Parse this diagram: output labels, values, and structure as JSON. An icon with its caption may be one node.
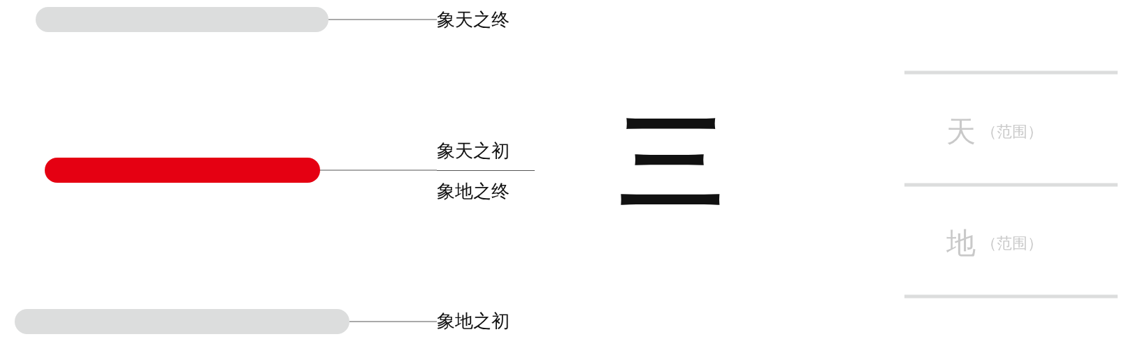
{
  "diagram": {
    "nodes": [
      {
        "text": [],
        "shape": "bar"
      },
      {
        "text": [
          "象天之终"
        ]
      },
      {
        "text": [],
        "shape": "bar"
      },
      {
        "text": [
          "象天之初",
          "象地之终"
        ]
      },
      {
        "text": [],
        "shape": "bar"
      },
      {
        "text": [
          "象地之初"
        ]
      }
    ],
    "edges": [
      {
        "from": 1,
        "to": 0,
        "arrow": "none"
      },
      {
        "from": 3,
        "to": 2,
        "arrow": "none"
      },
      {
        "from": 5,
        "to": 4,
        "arrow": "none"
      }
    ],
    "labels": [
      "三",
      "天",
      "（范围）",
      "地",
      "（范围）"
    ]
  }
}
